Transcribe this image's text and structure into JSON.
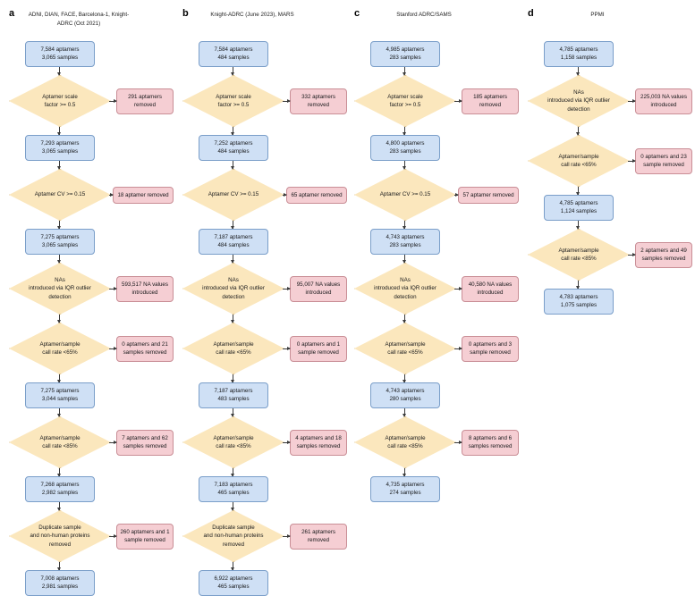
{
  "figure": {
    "type": "flowchart",
    "description": "Proteomic data quality-control filtering flowcharts for four cohorts"
  },
  "panels": [
    {
      "letter": "a",
      "title": "ADNI, DIAN, FACE, Barcelona-1, Knight-ADRC (Oct 2021)",
      "steps": [
        {
          "kind": "box",
          "text": "7,584 aptamers\n3,065 samples"
        },
        {
          "kind": "diamond",
          "text": "Aptamer scale\nfactor >= 0.5",
          "side": "291 aptamers\nremoved"
        },
        {
          "kind": "box",
          "text": "7,293 aptamers\n3,065 samples"
        },
        {
          "kind": "diamond",
          "text": "Aptamer CV >= 0.15",
          "side": "18 aptamer removed"
        },
        {
          "kind": "box",
          "text": "7,275 aptamers\n3,065 samples"
        },
        {
          "kind": "diamond",
          "text": "NAs\nintroduced via IQR outlier\ndetection",
          "side": "593,517 NA values\nintroduced"
        },
        {
          "kind": "diamond",
          "text": "Aptamer/sample\ncall rate <65%",
          "side": "0 aptamers and 21\nsamples removed"
        },
        {
          "kind": "box",
          "text": "7,275 aptamers\n3,044 samples"
        },
        {
          "kind": "diamond",
          "text": "Aptamer/sample\ncall rate <85%",
          "side": "7 aptamers and 62\nsamples removed"
        },
        {
          "kind": "box",
          "text": "7,268 aptamers\n2,982 samples"
        },
        {
          "kind": "diamond",
          "text": "Duplicate sample\nand non-human proteins\nremoved",
          "side": "260 aptamers and 1\nsample removed"
        },
        {
          "kind": "box",
          "text": "7,008 aptamers\n2,981 samples"
        }
      ]
    },
    {
      "letter": "b",
      "title": "Knight-ADRC (June 2023), MARS",
      "steps": [
        {
          "kind": "box",
          "text": "7,584 aptamers\n484 samples"
        },
        {
          "kind": "diamond",
          "text": "Aptamer scale\nfactor >= 0.5",
          "side": "332 aptamers\nremoved"
        },
        {
          "kind": "box",
          "text": "7,252 aptamers\n484 samples"
        },
        {
          "kind": "diamond",
          "text": "Aptamer CV >= 0.15",
          "side": "65 aptamer removed"
        },
        {
          "kind": "box",
          "text": "7,187 aptamers\n484 samples"
        },
        {
          "kind": "diamond",
          "text": "NAs\nintroduced via IQR outlier\ndetection",
          "side": "95,007 NA values\nintroduced"
        },
        {
          "kind": "diamond",
          "text": "Aptamer/sample\ncall rate <65%",
          "side": "0 aptamers and 1\nsample removed"
        },
        {
          "kind": "box",
          "text": "7,187 aptamers\n483 samples"
        },
        {
          "kind": "diamond",
          "text": "Aptamer/sample\ncall rate <85%",
          "side": "4 aptamers and 18\nsamples removed"
        },
        {
          "kind": "box",
          "text": "7,183 aptamers\n465 samples"
        },
        {
          "kind": "diamond",
          "text": "Duplicate sample\nand non-human proteins\nremoved",
          "side": "261 aptamers\nremoved"
        },
        {
          "kind": "box",
          "text": "6,922 aptamers\n465 samples"
        }
      ]
    },
    {
      "letter": "c",
      "title": "Stanford ADRC/SAMS",
      "steps": [
        {
          "kind": "box",
          "text": "4,985 aptamers\n283 samples"
        },
        {
          "kind": "diamond",
          "text": "Aptamer scale\nfactor >= 0.5",
          "side": "185 aptamers\nremoved"
        },
        {
          "kind": "box",
          "text": "4,800 aptamers\n283 samples"
        },
        {
          "kind": "diamond",
          "text": "Aptamer CV >= 0.15",
          "side": "57 aptamer removed"
        },
        {
          "kind": "box",
          "text": "4,743 aptamers\n283 samples"
        },
        {
          "kind": "diamond",
          "text": "NAs\nintroduced via IQR outlier\ndetection",
          "side": "40,580 NA values\nintroduced"
        },
        {
          "kind": "diamond",
          "text": "Aptamer/sample\ncall rate <65%",
          "side": "0 aptamers and 3\nsample removed"
        },
        {
          "kind": "box",
          "text": "4,743 aptamers\n280 samples"
        },
        {
          "kind": "diamond",
          "text": "Aptamer/sample\ncall rate <85%",
          "side": "8 aptamers and 6\nsamples removed"
        },
        {
          "kind": "box",
          "text": "4,735 aptamers\n274 samples"
        }
      ]
    },
    {
      "letter": "d",
      "title": "PPMI",
      "steps": [
        {
          "kind": "box",
          "text": "4,785 aptamers\n1,158 samples"
        },
        {
          "kind": "diamond",
          "text": "NAs\nintroduced via IQR outlier\ndetection",
          "side": "225,003 NA values\nintroduced"
        },
        {
          "kind": "diamond",
          "text": "Aptamer/sample\ncall rate <65%",
          "side": "0 aptamers and 23\nsample removed"
        },
        {
          "kind": "box",
          "text": "4,785 aptamers\n1,124 samples"
        },
        {
          "kind": "diamond",
          "text": "Aptamer/sample\ncall rate <85%",
          "side": "2 aptamers and 49\nsamples removed"
        },
        {
          "kind": "box",
          "text": "4,783 aptamers\n1,075 samples"
        }
      ]
    }
  ],
  "colors": {
    "box_fill": "#cfe0f5",
    "box_border": "#7a9ec9",
    "diamond_fill": "#fbe7bd",
    "diamond_border": "#d8b876",
    "side_fill": "#f5ced3",
    "side_border": "#c98e96",
    "connector": "#3a3a3a"
  }
}
